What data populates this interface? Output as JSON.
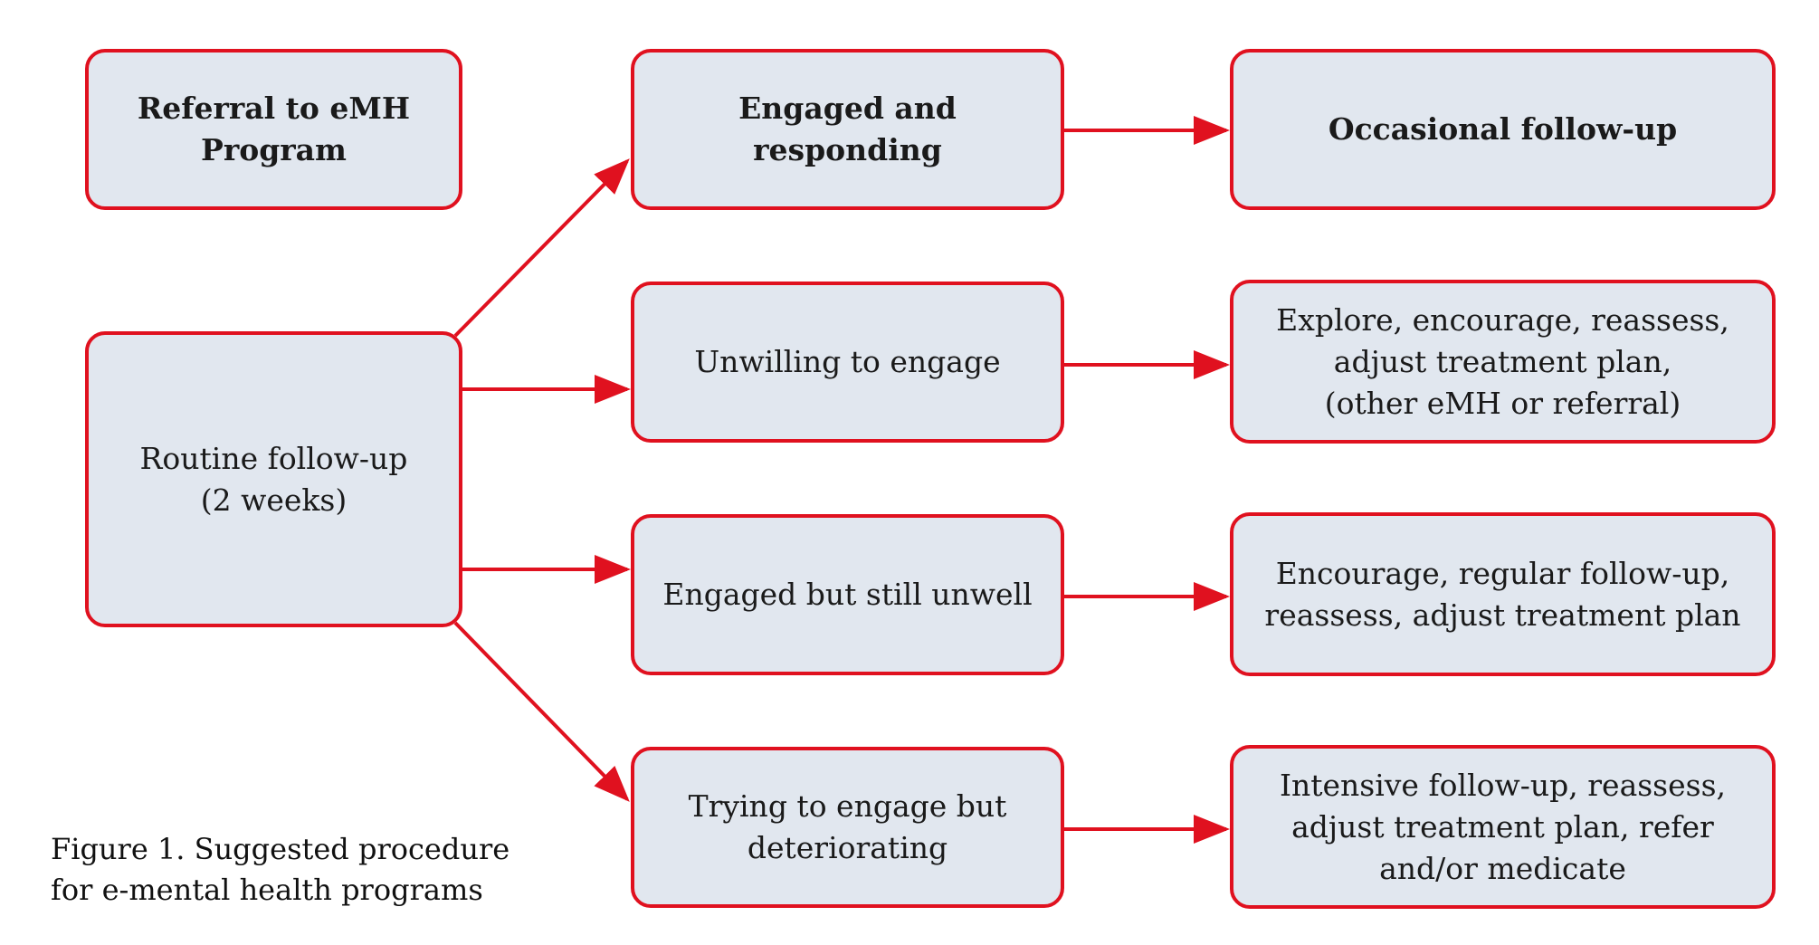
{
  "colors": {
    "box_fill": "#e1e7ef",
    "box_border": "#e0111f",
    "arrow": "#e0111f"
  },
  "boxes": {
    "referral": "Referral to eMH\nProgram",
    "routine": "Routine follow-up\n(2 weeks)",
    "engaged": "Engaged and responding",
    "unwilling": "Unwilling to engage",
    "unwell": "Engaged but still unwell",
    "deteriorating": "Trying to engage but\ndeteriorating",
    "occasional": "Occasional follow-up",
    "explore": "Explore, encourage, reassess,\nadjust treatment plan,\n(other eMH or referral)",
    "encourage": "Encourage, regular follow-up,\nreassess, adjust treatment plan",
    "intensive": "Intensive follow-up, reassess,\nadjust treatment plan, refer\nand/or medicate"
  },
  "caption": "Figure 1. Suggested procedure\nfor e-mental health programs"
}
